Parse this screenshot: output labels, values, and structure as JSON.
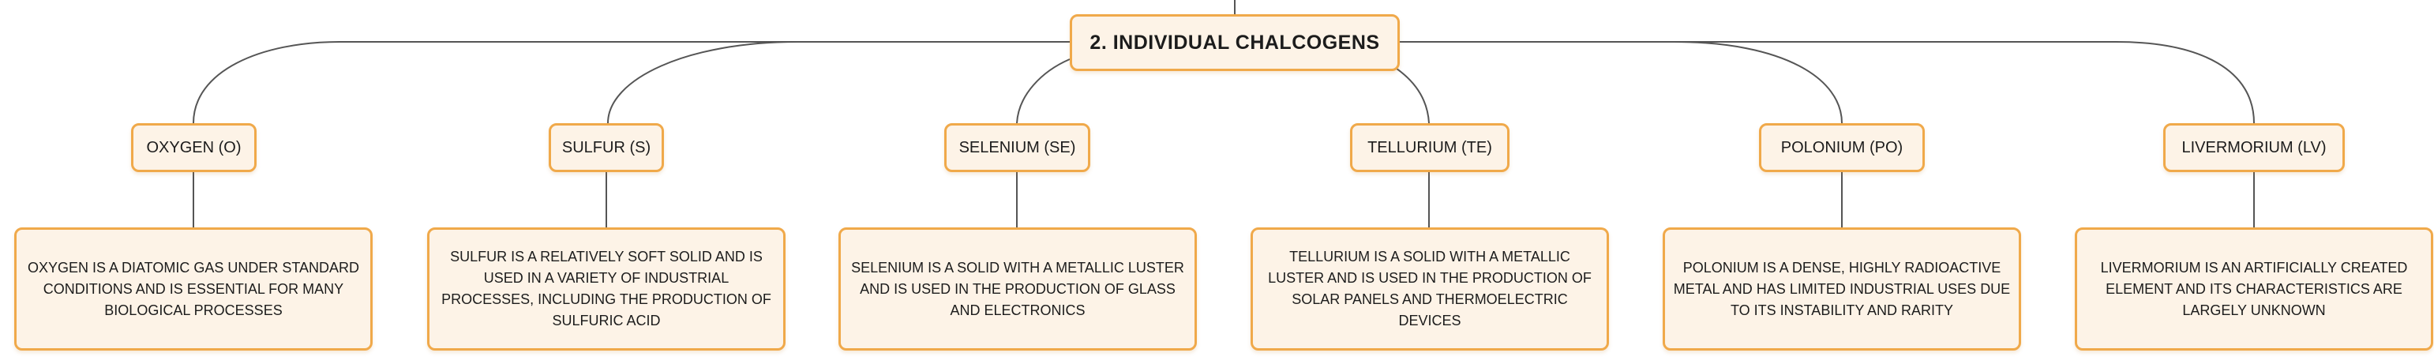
{
  "root": {
    "label": "2. INDIVIDUAL CHALCOGENS"
  },
  "elements": [
    {
      "label": "OXYGEN (O)",
      "description": "OXYGEN IS A DIATOMIC GAS UNDER STANDARD CONDITIONS AND IS ESSENTIAL FOR MANY BIOLOGICAL PROCESSES"
    },
    {
      "label": "SULFUR (S)",
      "description": "SULFUR IS A RELATIVELY SOFT SOLID AND IS USED IN A VARIETY OF INDUSTRIAL PROCESSES, INCLUDING THE PRODUCTION OF SULFURIC ACID"
    },
    {
      "label": "SELENIUM (SE)",
      "description": "SELENIUM IS A SOLID WITH A METALLIC LUSTER AND IS USED IN THE PRODUCTION OF GLASS AND ELECTRONICS"
    },
    {
      "label": "TELLURIUM (TE)",
      "description": "TELLURIUM IS A SOLID WITH A METALLIC LUSTER AND IS USED IN THE PRODUCTION OF SOLAR PANELS AND THERMOELECTRIC DEVICES"
    },
    {
      "label": "POLONIUM (PO)",
      "description": "POLONIUM IS A DENSE, HIGHLY RADIOACTIVE METAL AND HAS LIMITED INDUSTRIAL USES DUE TO ITS INSTABILITY AND RARITY"
    },
    {
      "label": "LIVERMORIUM (LV)",
      "description": "LIVERMORIUM IS AN ARTIFICIALLY CREATED ELEMENT AND ITS CHARACTERISTICS ARE LARGELY UNKNOWN"
    }
  ],
  "colors": {
    "node_fill": "#fdf3e7",
    "node_border": "#f0a94a",
    "connector": "#555555",
    "text": "#1c1c1c"
  }
}
